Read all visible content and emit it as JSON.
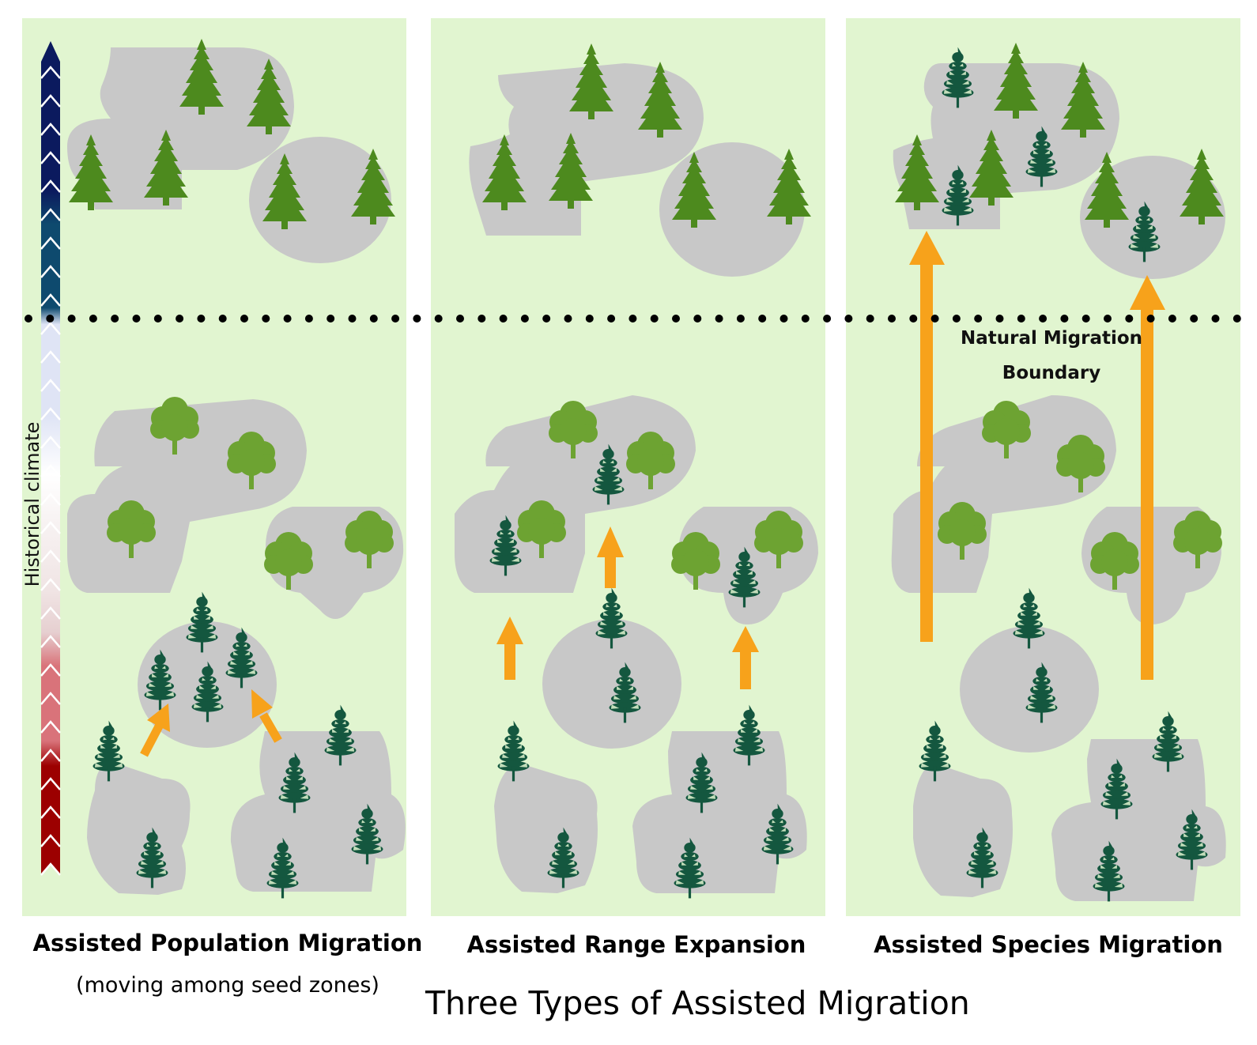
{
  "main_title": "Three Types of Assisted Migration",
  "climate_axis_label": "Historical climate",
  "boundary_label": [
    "Natural Migration",
    "Boundary"
  ],
  "panels": [
    {
      "title": "Assisted Population Migration",
      "subtitle": "(moving among seed zones)"
    },
    {
      "title": "Assisted Range Expansion",
      "subtitle": ""
    },
    {
      "title": "Assisted Species Migration",
      "subtitle": ""
    }
  ],
  "colors": {
    "panel_bg": "#e1f5d0",
    "patch": "#c8c8c8",
    "conifer_light": "#4d8a1e",
    "broadleaf": "#6da332",
    "conifer_dark": "#14573f",
    "arrow": "#f7a21b",
    "boundary_dots": "#000000",
    "climate_gradient": [
      "#0b1a5e",
      "#0e4a6e",
      "#dfe4f5",
      "#ffffff",
      "#f2e6e6",
      "#d9737a",
      "#9c0000"
    ]
  },
  "icons": [
    "conifer-tree-icon",
    "broadleaf-tree-icon",
    "dark-conifer-tree-icon",
    "up-arrow-icon"
  ]
}
